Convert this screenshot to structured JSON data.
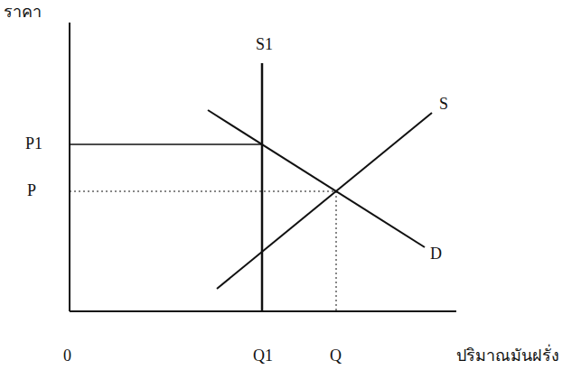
{
  "diagram": {
    "labels": [
      "ราคา",
      "S1",
      "S",
      "P1",
      "P",
      "D",
      "0",
      "Q1",
      "Q",
      "ปริมาณมันฝรั่ง"
    ]
  }
}
